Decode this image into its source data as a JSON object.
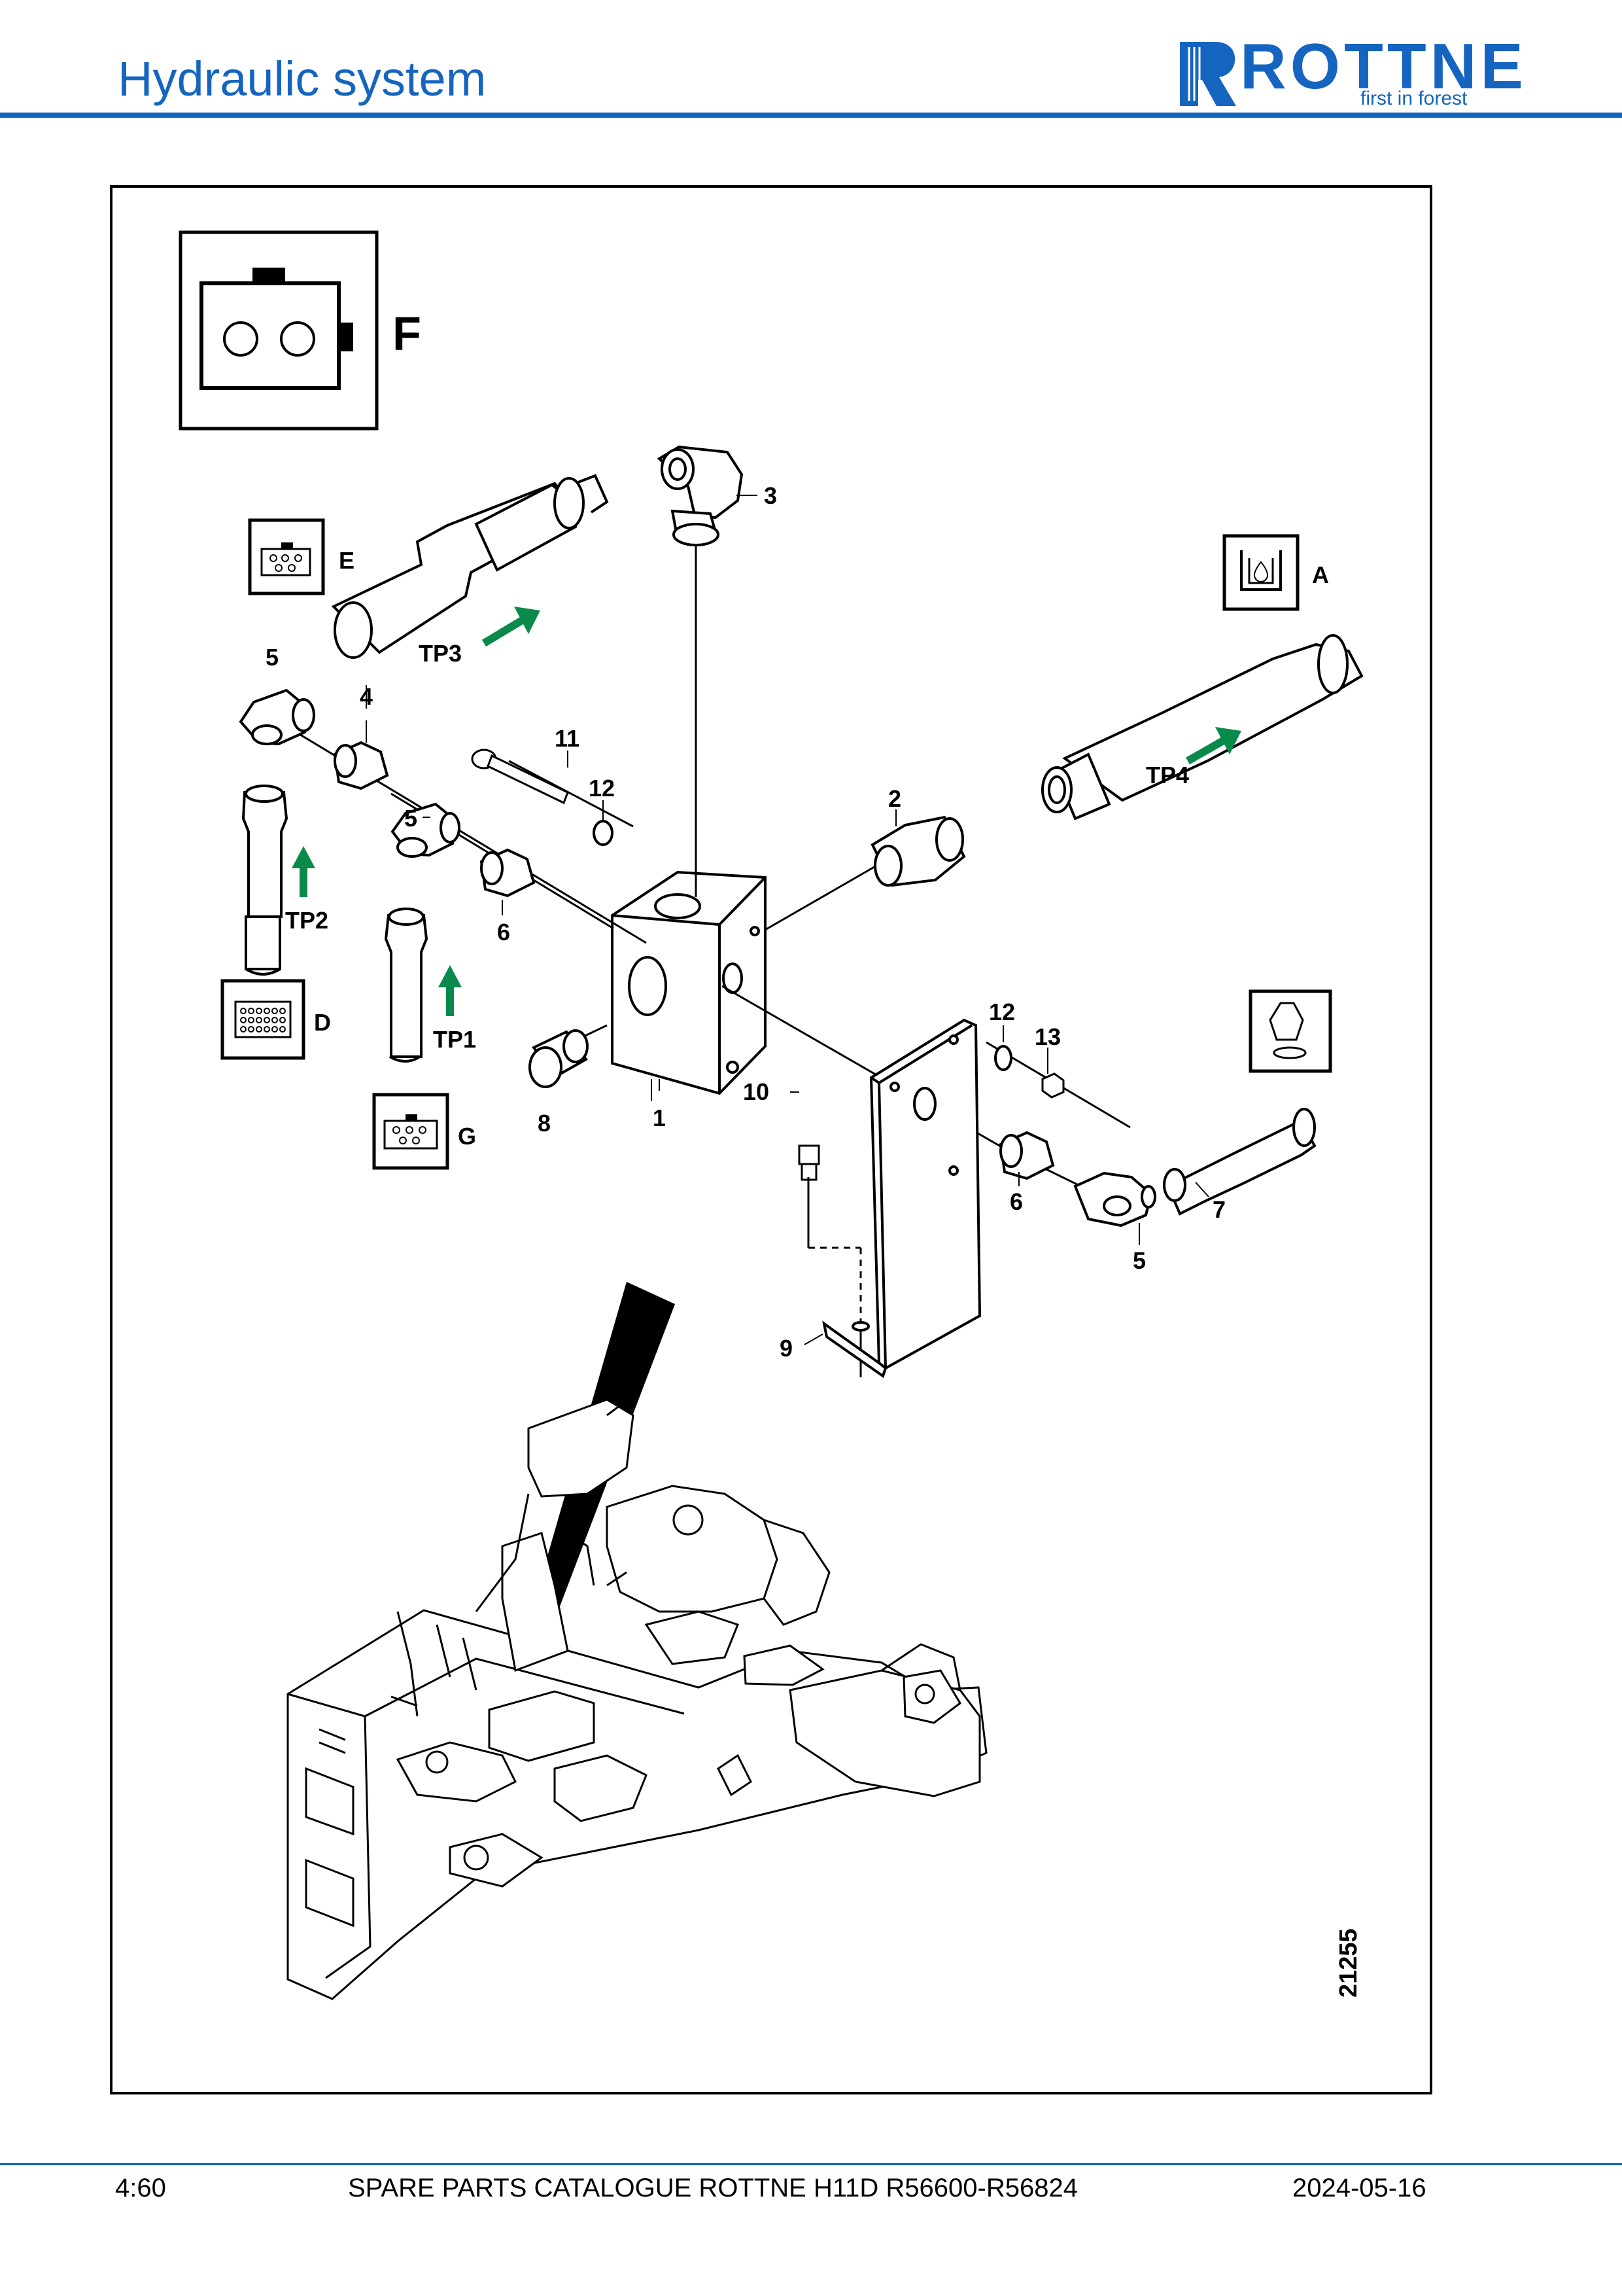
{
  "header": {
    "title": "Hydraulic system",
    "brand": {
      "name": "ROTTNE",
      "tagline": "first in forest",
      "color": "#1565c0"
    }
  },
  "diagram": {
    "view_label": "F",
    "connector_labels": [
      "E",
      "A",
      "D",
      "G"
    ],
    "test_points": [
      "TP1",
      "TP2",
      "TP3",
      "TP4"
    ],
    "part_numbers": [
      "1",
      "2",
      "3",
      "4",
      "5",
      "5",
      "5",
      "6",
      "6",
      "7",
      "8",
      "9",
      "10",
      "11",
      "12",
      "12",
      "13"
    ],
    "drawing_number": "21255",
    "arrow_color": "#0a8a4a"
  },
  "footer": {
    "page": "4:60",
    "catalogue": "SPARE PARTS CATALOGUE ROTTNE H11D R56600-R56824",
    "date": "2024-05-16"
  }
}
